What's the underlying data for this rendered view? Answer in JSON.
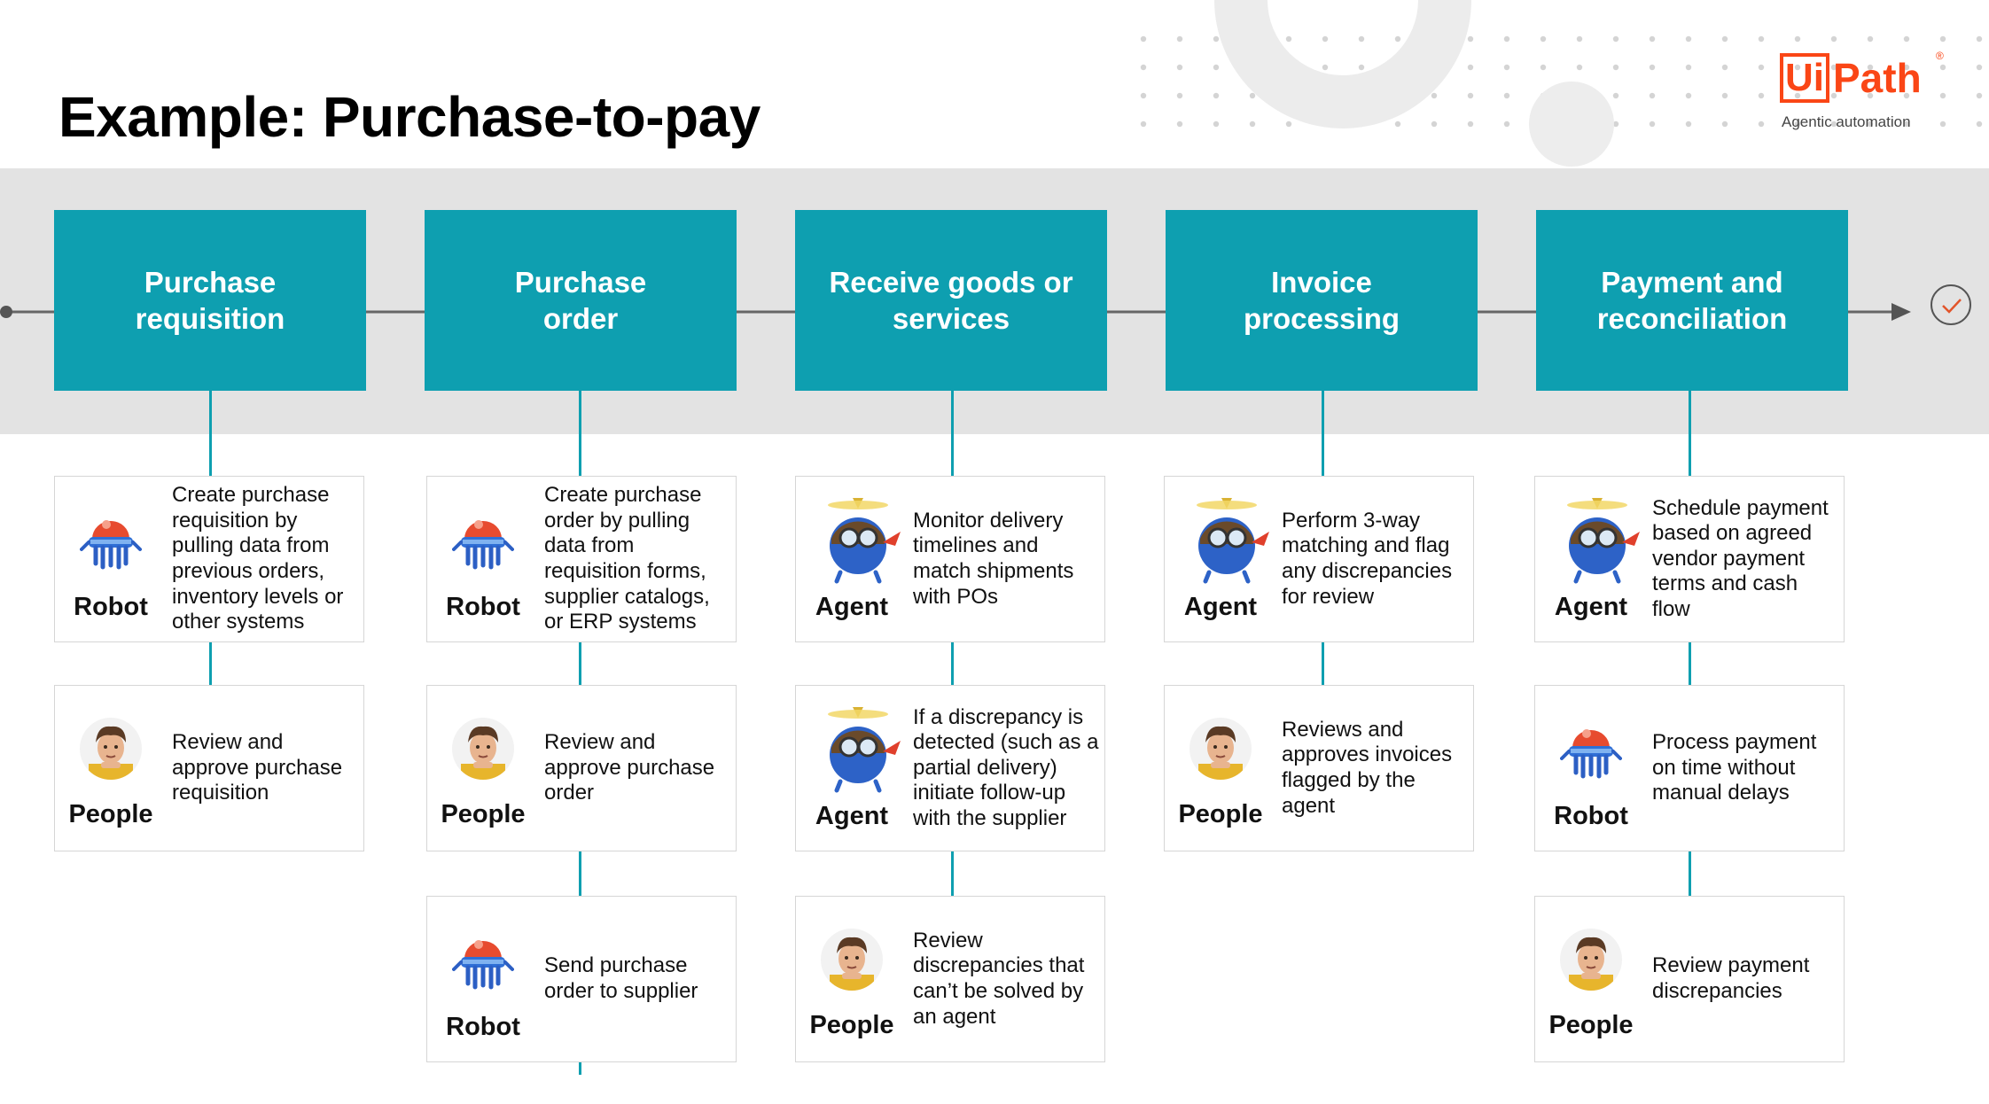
{
  "title": "Example: Purchase-to-pay",
  "brand": {
    "logo_box": "Ui",
    "logo_rest": "Path",
    "registered": "®",
    "tagline": "Agentic automation",
    "accent_color": "#fa4616"
  },
  "colors": {
    "stage": "#0e9fb0",
    "band": "#e3e3e3",
    "card_border": "#d6d6d6"
  },
  "stages": [
    {
      "label": "Purchase\nrequisition"
    },
    {
      "label": "Purchase\norder"
    },
    {
      "label": "Receive goods or\nservices"
    },
    {
      "label": "Invoice\nprocessing"
    },
    {
      "label": "Payment and\nreconciliation"
    }
  ],
  "end_icon": "checkmark-circle-icon",
  "columns": [
    {
      "steps": [
        {
          "role": "Robot",
          "icon": "robot-icon",
          "text": "Create purchase requisition by pulling data from previous orders, inventory levels or other systems"
        },
        {
          "role": "People",
          "icon": "person-avatar-icon",
          "text": "Review and approve purchase requisition"
        }
      ]
    },
    {
      "steps": [
        {
          "role": "Robot",
          "icon": "robot-icon",
          "text": "Create purchase order by pulling data from requisition forms, supplier catalogs, or ERP systems"
        },
        {
          "role": "People",
          "icon": "person-avatar-icon",
          "text": "Review and approve purchase order"
        },
        {
          "role": "Robot",
          "icon": "robot-icon",
          "text": "Send purchase order to supplier"
        }
      ]
    },
    {
      "steps": [
        {
          "role": "Agent",
          "icon": "agent-icon",
          "text": "Monitor delivery timelines and match shipments with POs"
        },
        {
          "role": "Agent",
          "icon": "agent-icon",
          "text": "If a discrepancy is detected (such as a partial delivery) initiate follow-up with the supplier"
        },
        {
          "role": "People",
          "icon": "person-avatar-icon",
          "text": "Review discrepancies that can’t be solved by an agent"
        }
      ]
    },
    {
      "steps": [
        {
          "role": "Agent",
          "icon": "agent-icon",
          "text": "Perform 3-way matching and flag any discrepancies for review"
        },
        {
          "role": "People",
          "icon": "person-avatar-icon",
          "text": "Reviews and approves invoices flagged by the agent"
        }
      ]
    },
    {
      "steps": [
        {
          "role": "Agent",
          "icon": "agent-icon",
          "text": "Schedule payment based on agreed vendor payment terms and cash flow"
        },
        {
          "role": "Robot",
          "icon": "robot-icon",
          "text": "Process payment on time without manual delays"
        },
        {
          "role": "People",
          "icon": "person-avatar-icon",
          "text": "Review payment discrepancies"
        }
      ]
    }
  ]
}
